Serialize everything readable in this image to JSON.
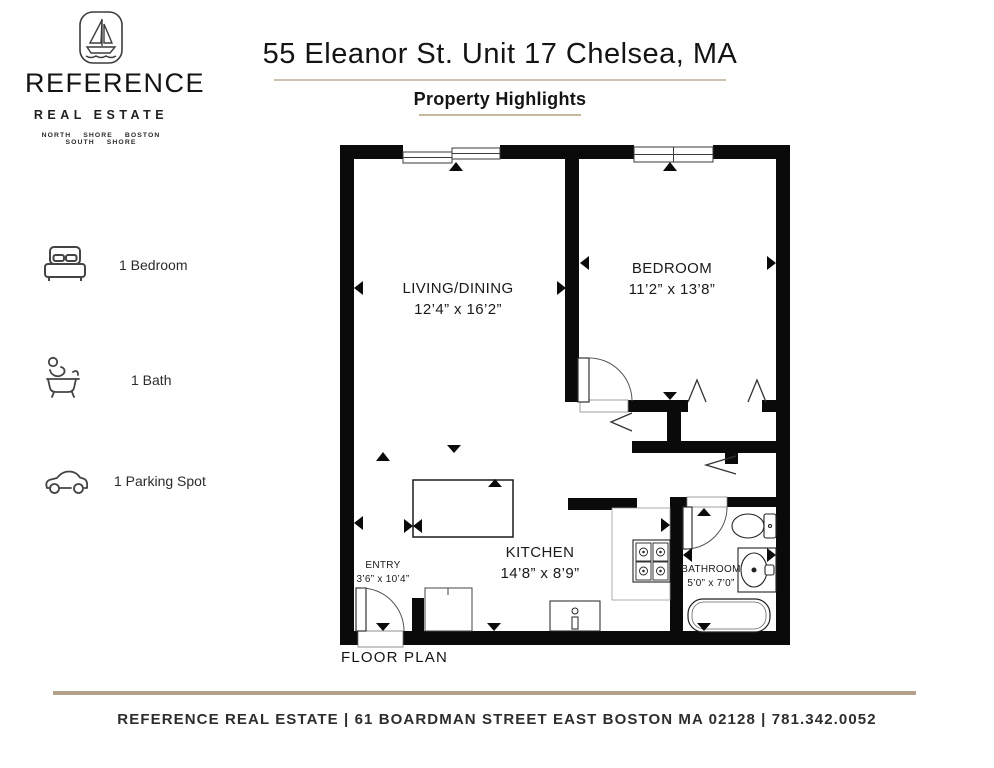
{
  "brand": {
    "name": "REFERENCE",
    "subtitle": "REAL ESTATE",
    "regions": "NORTH SHORE BOSTON SOUTH SHORE",
    "logo_icon": "sailboat-icon"
  },
  "header": {
    "title": "55 Eleanor St. Unit 17 Chelsea, MA",
    "subtitle": "Property Highlights"
  },
  "highlights": [
    {
      "icon": "bed-icon",
      "label": "1 Bedroom"
    },
    {
      "icon": "bathtub-icon",
      "label": "1  Bath"
    },
    {
      "icon": "car-icon",
      "label": "1 Parking Spot"
    }
  ],
  "floor_plan": {
    "caption": "FLOOR PLAN",
    "rooms": [
      {
        "name": "LIVING/DINING",
        "dimensions": "12’4” x 16’2”"
      },
      {
        "name": "BEDROOM",
        "dimensions": "11’2” x 13’8”"
      },
      {
        "name": "KITCHEN",
        "dimensions": "14’8” x 8’9”"
      },
      {
        "name": "ENTRY",
        "dimensions": "3’6” x 10’4”"
      },
      {
        "name": "BATHROOM",
        "dimensions": "5’0” x 7’0”"
      }
    ],
    "fixtures": [
      "kitchen-island",
      "refrigerator",
      "stove",
      "kitchen-sink",
      "counter",
      "toilet",
      "vanity-sink",
      "bathtub"
    ]
  },
  "footer": {
    "text": "REFERENCE REAL ESTATE | 61 BOARDMAN STREET EAST BOSTON MA 02128 | 781.342.0052"
  },
  "colors": {
    "wall": "#0a0a0a",
    "accent_rule": "#b2a28b",
    "title_rule": "#cdc3ae"
  }
}
